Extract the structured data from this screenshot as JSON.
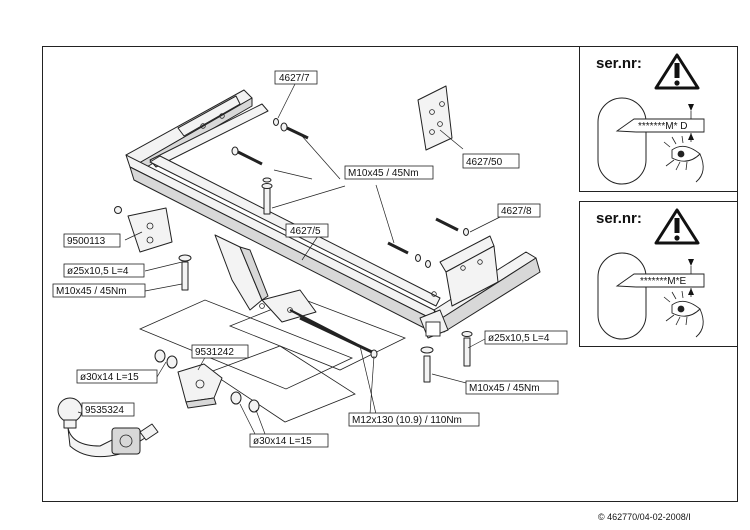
{
  "parts": {
    "bracket_left": "4627/7",
    "bracket_right": "4627/8",
    "crossbar": "4627/5",
    "bracket_plate": "4627/50",
    "bolt_set_side": "9500113",
    "socket_plate": "9531242",
    "towball": "9535324"
  },
  "fasteners": {
    "m10_top": "M10x45 / 45Nm",
    "washer_left": "ø25x10,5 L=4",
    "m10_left": "M10x45 / 45Nm",
    "washer_right": "ø25x10,5 L=4",
    "m10_right": "M10x45 / 45Nm",
    "spacer_upper": "ø30x14 L=15",
    "spacer_lower": "ø30x14 L=15",
    "m12_bolt": "M12x130 (10.9) / 110Nm"
  },
  "serial_panels": [
    {
      "title": "ser.nr:",
      "code": "*******M* D"
    },
    {
      "title": "ser.nr:",
      "code": "*******M*E"
    }
  ],
  "footer": "© 462770/04-02-2008/I"
}
